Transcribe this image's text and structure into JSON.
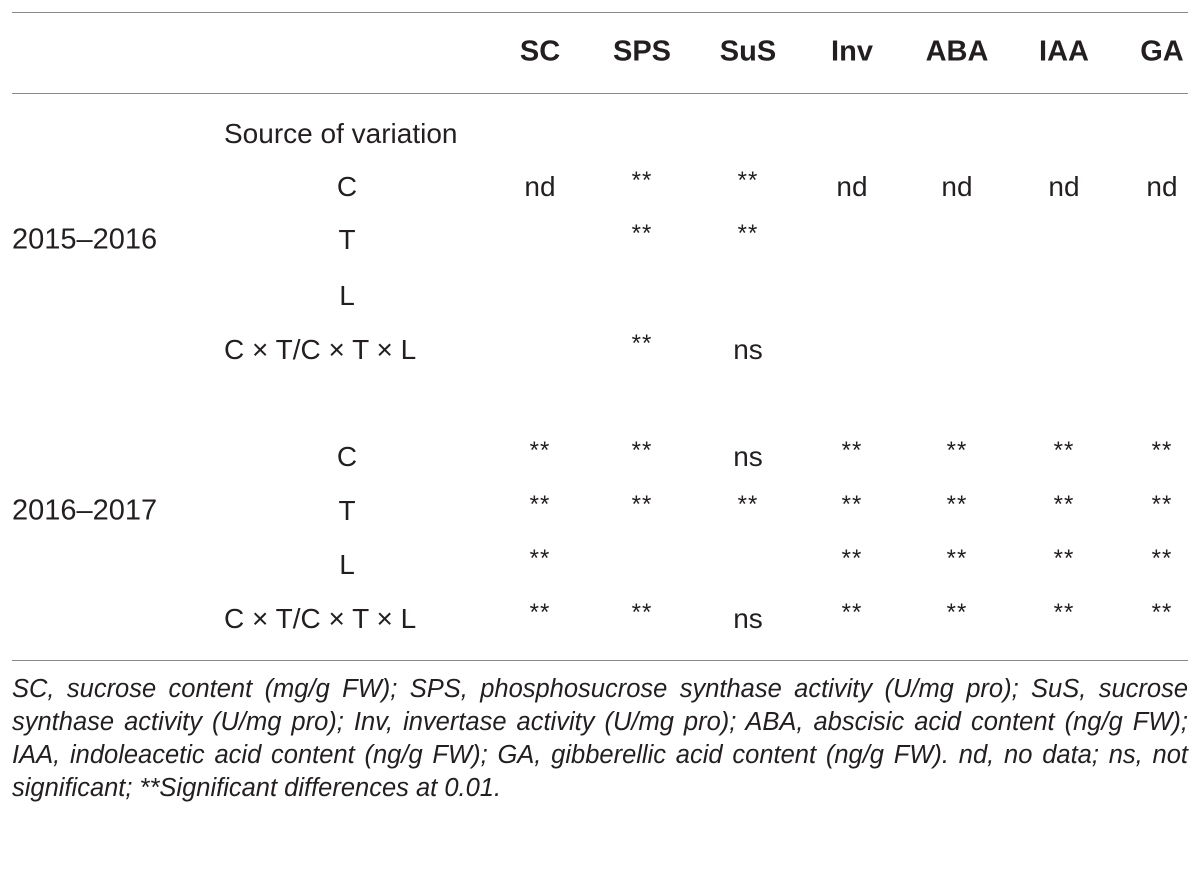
{
  "table": {
    "columns": [
      "SC",
      "SPS",
      "SuS",
      "Inv",
      "ABA",
      "IAA",
      "GA"
    ],
    "source_label": "Source of variation",
    "groups": [
      {
        "year": "2015–2016",
        "rows": [
          {
            "factor": "C",
            "values": [
              "nd",
              "**",
              "**",
              "nd",
              "nd",
              "nd",
              "nd"
            ]
          },
          {
            "factor": "T",
            "values": [
              "",
              "**",
              "**",
              "",
              "",
              "",
              ""
            ]
          },
          {
            "factor": "L",
            "values": [
              "",
              "",
              "",
              "",
              "",
              "",
              ""
            ]
          },
          {
            "factor": "C × T/C × T × L",
            "values": [
              "",
              "**",
              "ns",
              "",
              "",
              "",
              ""
            ]
          }
        ]
      },
      {
        "year": "2016–2017",
        "rows": [
          {
            "factor": "C",
            "values": [
              "**",
              "**",
              "ns",
              "**",
              "**",
              "**",
              "**"
            ]
          },
          {
            "factor": "T",
            "values": [
              "**",
              "**",
              "**",
              "**",
              "**",
              "**",
              "**"
            ]
          },
          {
            "factor": "L",
            "values": [
              "**",
              "",
              "",
              "**",
              "**",
              "**",
              "**"
            ]
          },
          {
            "factor": "C × T/C × T × L",
            "values": [
              "**",
              "**",
              "ns",
              "**",
              "**",
              "**",
              "**"
            ]
          }
        ]
      }
    ]
  },
  "footnote": "SC, sucrose content (mg/g FW); SPS, phosphosucrose synthase activity (U/mg pro); SuS, sucrose synthase activity (U/mg pro); Inv, invertase activity (U/mg pro); ABA, abscisic acid content (ng/g FW); IAA, indoleacetic acid content (ng/g FW); GA, gibberellic acid content (ng/g FW). nd, no data; ns, not significant; **Significant differences at 0.01."
}
